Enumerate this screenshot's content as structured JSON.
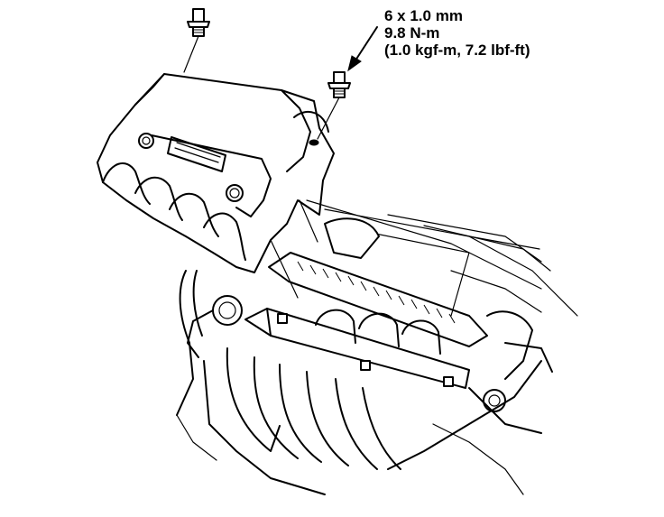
{
  "diagram": {
    "spec_lines": [
      "6 x 1.0 mm",
      "9.8 N-m",
      "(1.0 kgf-m, 7.2 lbf-ft)"
    ]
  }
}
